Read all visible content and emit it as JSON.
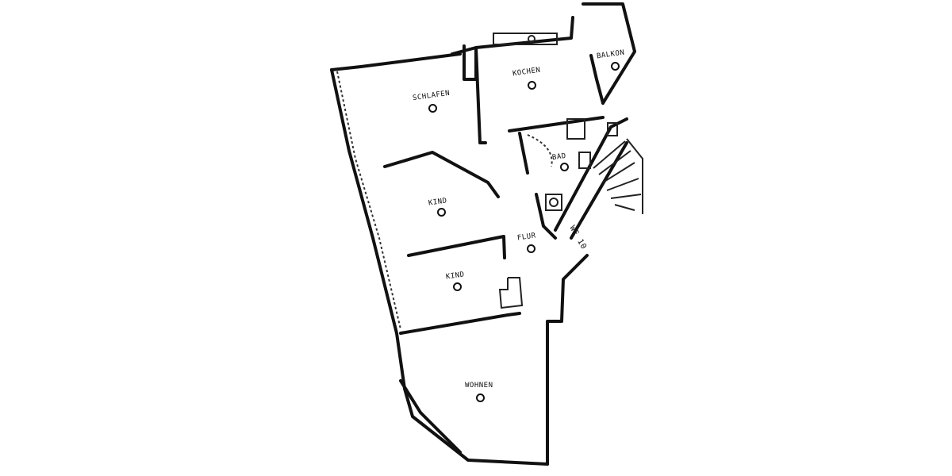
{
  "plan": {
    "rooms": [
      {
        "id": "schlafen",
        "label": "SCHLAFEN"
      },
      {
        "id": "kochen",
        "label": "KOCHEN"
      },
      {
        "id": "balkon",
        "label": "BALKON"
      },
      {
        "id": "bad",
        "label": "BAD"
      },
      {
        "id": "kind1",
        "label": "KIND"
      },
      {
        "id": "flur",
        "label": "FLUR"
      },
      {
        "id": "kind2",
        "label": "KIND"
      },
      {
        "id": "wohnen",
        "label": "WOHNEN"
      }
    ],
    "unit_label": "WE 10",
    "line_color": "#111111",
    "background": "#ffffff"
  }
}
